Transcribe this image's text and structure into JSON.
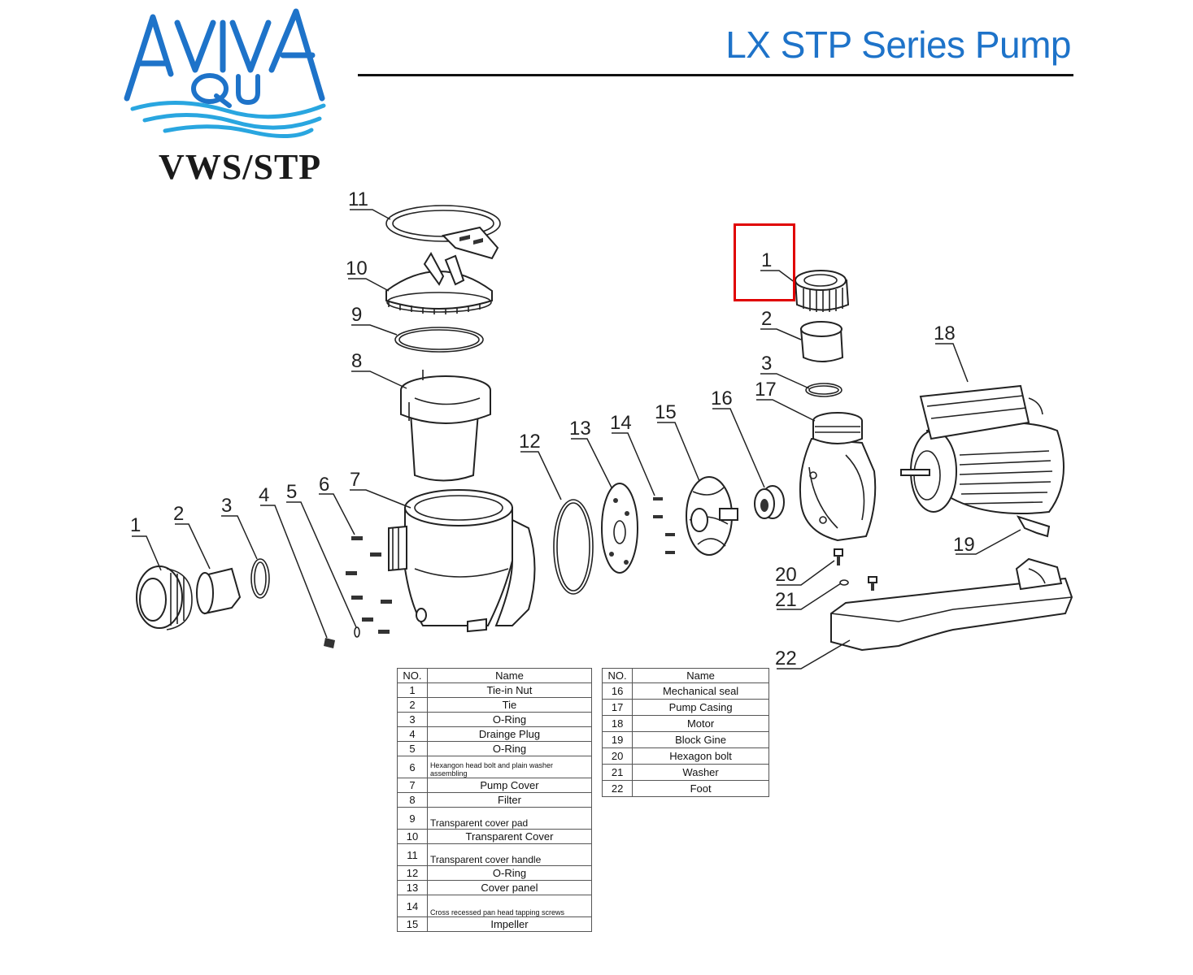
{
  "brand": {
    "logo_text": "AVIVA AQUA",
    "model_tag": "VWS/STP",
    "accent_color": "#1e73c9",
    "wave_color": "#29a6e0"
  },
  "header": {
    "title": "LX STP Series Pump"
  },
  "callouts": [
    "1",
    "2",
    "3",
    "4",
    "5",
    "6",
    "7",
    "8",
    "9",
    "10",
    "11",
    "12",
    "13",
    "14",
    "15",
    "16",
    "17",
    "18",
    "19",
    "20",
    "21",
    "22"
  ],
  "callouts_right": [
    "1",
    "2",
    "3"
  ],
  "highlight": {
    "color": "#e00000",
    "target_label": "1"
  },
  "parts_table": {
    "header_no": "NO.",
    "header_name": "Name",
    "left": [
      {
        "no": "1",
        "name": "Tie-in Nut"
      },
      {
        "no": "2",
        "name": "Tie"
      },
      {
        "no": "3",
        "name": "O-Ring"
      },
      {
        "no": "4",
        "name": "Drainge Plug"
      },
      {
        "no": "5",
        "name": "O-Ring"
      },
      {
        "no": "6",
        "name": "Hexangon head bolt and plain washer assembling"
      },
      {
        "no": "7",
        "name": "Pump Cover"
      },
      {
        "no": "8",
        "name": "Filter"
      },
      {
        "no": "9",
        "name": "Transparent cover pad"
      },
      {
        "no": "10",
        "name": "Transparent Cover"
      },
      {
        "no": "11",
        "name": "Transparent cover handle"
      },
      {
        "no": "12",
        "name": "O-Ring"
      },
      {
        "no": "13",
        "name": "Cover panel"
      },
      {
        "no": "14",
        "name": "Cross recessed pan head tapping screws"
      },
      {
        "no": "15",
        "name": "Impeller"
      }
    ],
    "right": [
      {
        "no": "16",
        "name": "Mechanical seal"
      },
      {
        "no": "17",
        "name": "Pump Casing"
      },
      {
        "no": "18",
        "name": "Motor"
      },
      {
        "no": "19",
        "name": "Block Gine"
      },
      {
        "no": "20",
        "name": "Hexagon bolt"
      },
      {
        "no": "21",
        "name": "Washer"
      },
      {
        "no": "22",
        "name": "Foot"
      }
    ]
  }
}
